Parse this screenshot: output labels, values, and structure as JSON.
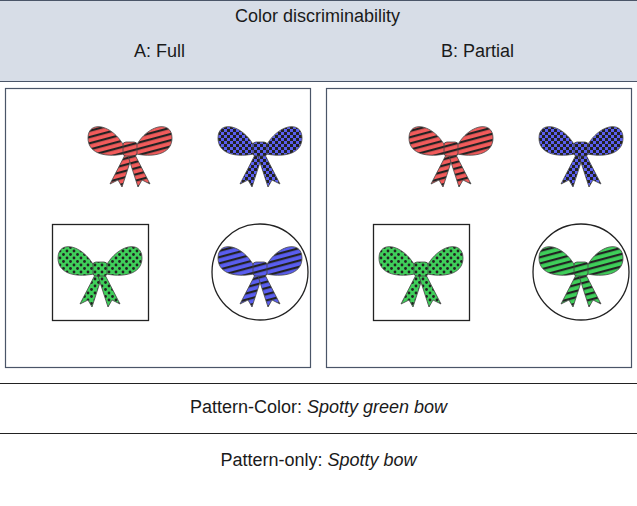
{
  "diagram": {
    "nodes": [
      {
        "text": [
          "Color discriminability",
          "A: Full",
          "B: Partial"
        ]
      }
    ],
    "labels": [
      "Pattern-Color:",
      "Spotty green bow",
      "Pattern-only:",
      "Spotty bow"
    ]
  }
}
